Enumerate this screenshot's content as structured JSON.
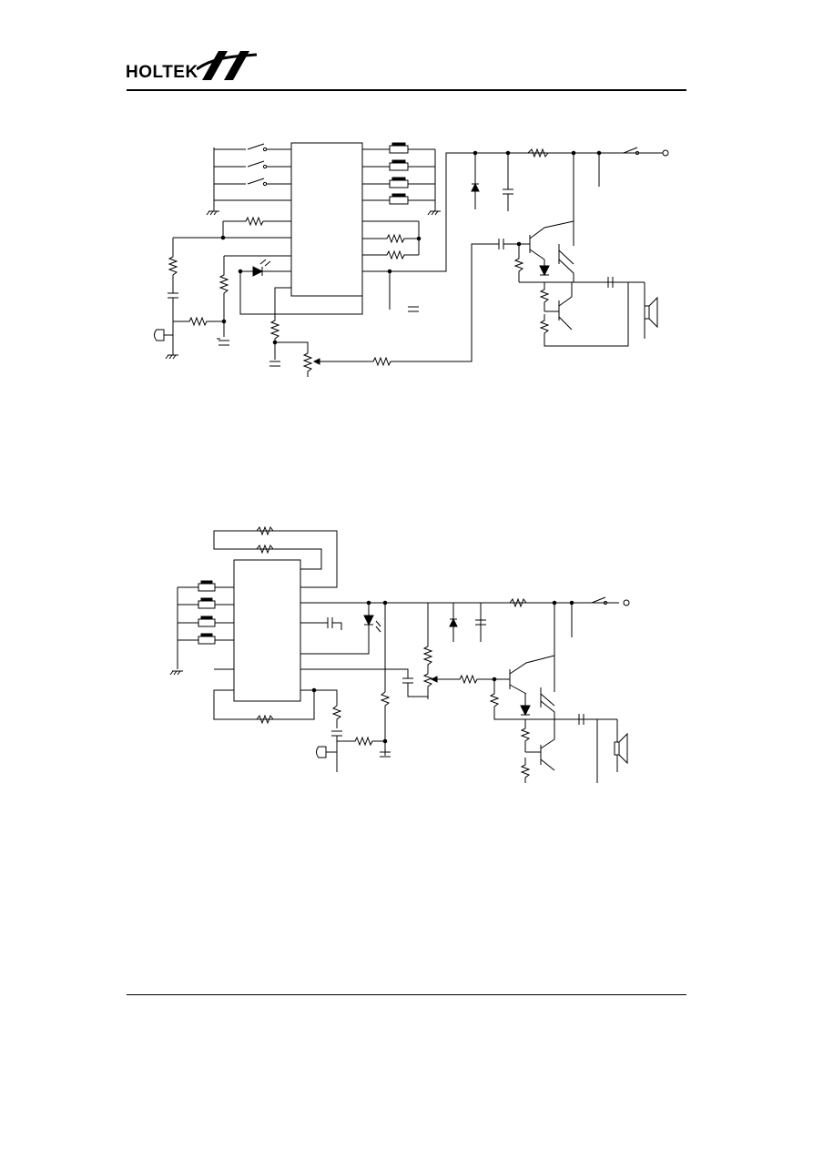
{
  "header": {
    "logo_text": "HOLTEK",
    "logo_icon": "holtek-logo-icon"
  },
  "diagrams": [
    {
      "name": "application-circuit-1"
    },
    {
      "name": "application-circuit-2"
    }
  ]
}
